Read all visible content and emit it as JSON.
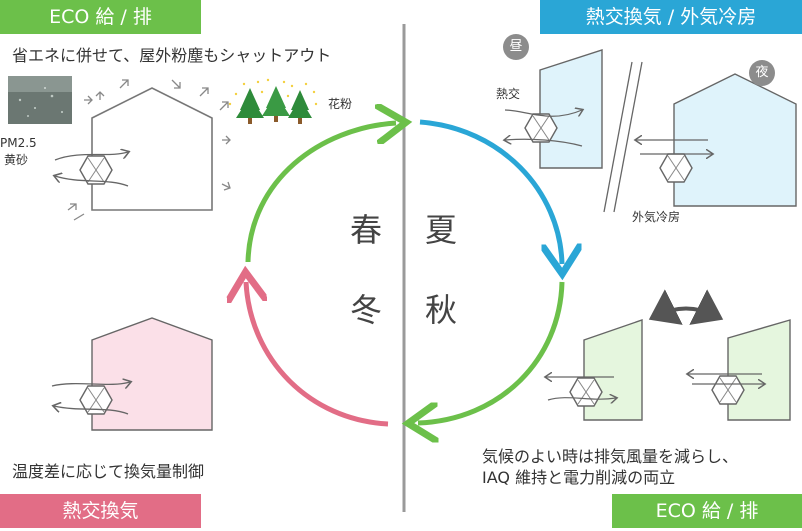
{
  "labels": {
    "top_left": "ECO 給 / 排",
    "top_right": "熱交換気 / 外気冷房",
    "bottom_left": "熱交換気",
    "bottom_right": "ECO 給 / 排"
  },
  "captions": {
    "spring": "省エネに併せて、屋外粉塵もシャットアウト",
    "winter": "温度差に応じて換気量制御",
    "autumn_line1": "気候のよい時は排気風量を減らし、",
    "autumn_line2": "IAQ 維持と電力削減の両立"
  },
  "annotations": {
    "pm25_line1": "PM2.5",
    "pm25_line2": "黄砂",
    "pollen": "花粉",
    "day_badge": "昼",
    "night_badge": "夜",
    "heat_exchange": "熱交",
    "outdoor_cooling": "外気冷房"
  },
  "seasons": {
    "spring": "春",
    "summer": "夏",
    "autumn": "秋",
    "winter": "冬"
  },
  "colors": {
    "green": "#6cc04a",
    "blue": "#2aa6d6",
    "pink": "#e26d86",
    "light_blue": "#dff3fb",
    "light_green": "#e5f6de",
    "light_pink": "#fbe0e8"
  }
}
